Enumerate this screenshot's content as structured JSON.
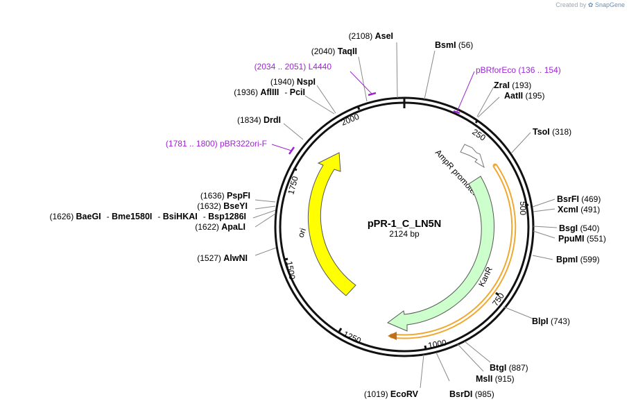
{
  "brand": {
    "prefix": "Created by",
    "name": "SnapGene"
  },
  "plasmid": {
    "name": "pPR-1_C_LN5N",
    "size": "2124 bp"
  },
  "colors": {
    "ori": "#ffff00",
    "kanr": "#ccffcc",
    "orf_outline": "#f0a830",
    "primer": "#9b25d0"
  },
  "ticks": [
    {
      "bp": 250,
      "label": "250"
    },
    {
      "bp": 500,
      "label": "500"
    },
    {
      "bp": 750,
      "label": "750"
    },
    {
      "bp": 1000,
      "label": "1000"
    },
    {
      "bp": 1250,
      "label": "1250"
    },
    {
      "bp": 1500,
      "label": "1500"
    },
    {
      "bp": 1750,
      "label": "1750"
    },
    {
      "bp": 2000,
      "label": "2000"
    }
  ],
  "features": [
    {
      "name": "AmpR promoter",
      "type": "promoter"
    },
    {
      "name": "KanR",
      "type": "cds"
    },
    {
      "name": "ori",
      "type": "rep_origin"
    }
  ],
  "sites": [
    {
      "name": "AseI",
      "pos": "(2108)"
    },
    {
      "name": "TaqII",
      "pos": "(2040)"
    },
    {
      "name": "NspI",
      "pos": "(1940)"
    },
    {
      "name": "AflIII",
      "sep": "- ",
      "name2": "PciI",
      "pos": "(1936)"
    },
    {
      "name": "DrdI",
      "pos": "(1834)"
    },
    {
      "name": "PspFI",
      "pos": "(1636)"
    },
    {
      "name": "BseYI",
      "pos": "(1632)"
    },
    {
      "name": "BaeGI",
      "sep": "- ",
      "name2": "Bme1580I",
      "sep2": "- ",
      "name3": "BsiHKAI",
      "sep3": "- ",
      "name4": "Bsp1286I",
      "pos": "(1626)"
    },
    {
      "name": "ApaLI",
      "pos": "(1622)"
    },
    {
      "name": "AlwNI",
      "pos": "(1527)"
    },
    {
      "name": "EcoRV",
      "pos": "(1019)"
    },
    {
      "name": "BsrDI",
      "pos": "(985)"
    },
    {
      "name": "MslI",
      "pos": "(915)"
    },
    {
      "name": "BtgI",
      "pos": "(887)"
    },
    {
      "name": "BlpI",
      "pos": "(743)"
    },
    {
      "name": "BpmI",
      "pos": "(599)"
    },
    {
      "name": "PpuMI",
      "pos": "(551)"
    },
    {
      "name": "BsgI",
      "pos": "(540)"
    },
    {
      "name": "XcmI",
      "pos": "(491)"
    },
    {
      "name": "BsrFI",
      "pos": "(469)"
    },
    {
      "name": "TsoI",
      "pos": "(318)"
    },
    {
      "name": "AatII",
      "pos": "(195)"
    },
    {
      "name": "ZraI",
      "pos": "(193)"
    },
    {
      "name": "BsmI",
      "pos": "(56)"
    }
  ],
  "primers": [
    {
      "name": "L4440",
      "range": "(2034 .. 2051)"
    },
    {
      "name": "pBRforEco",
      "range": "(136 .. 154)"
    },
    {
      "name": "pBR322ori-F",
      "range": "(1781 .. 1800)"
    }
  ]
}
